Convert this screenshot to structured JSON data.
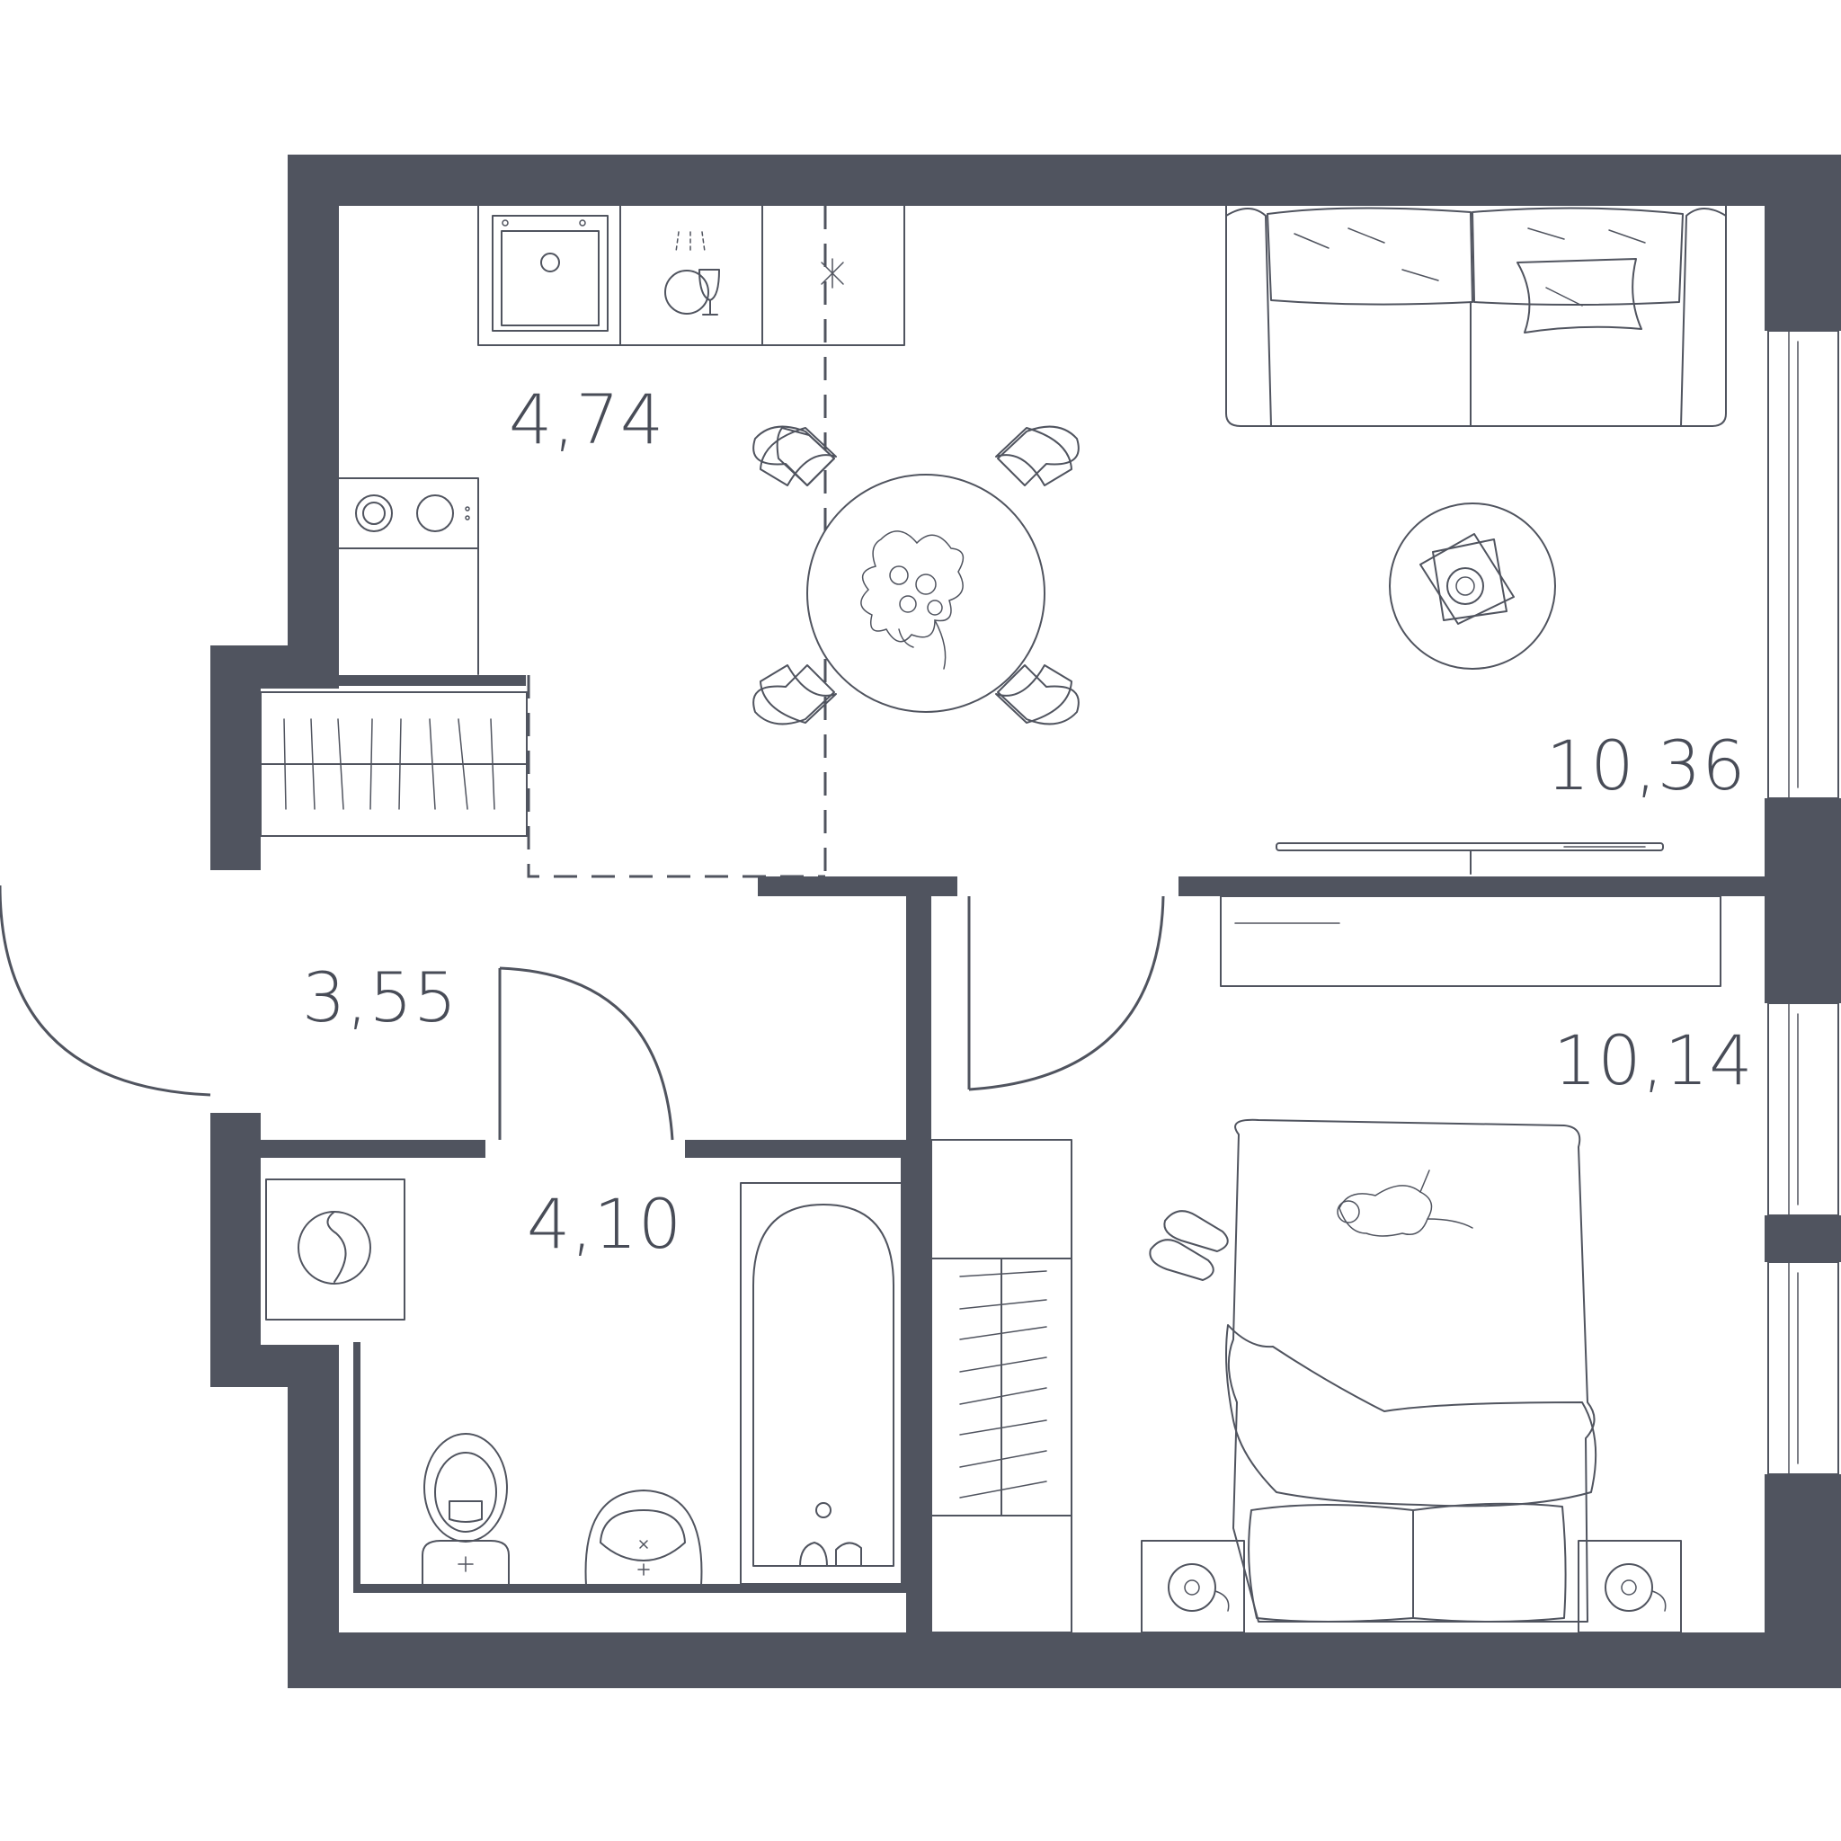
{
  "plan": {
    "colors": {
      "walls": "#50545f",
      "lines": "#50545f",
      "text": "#484c57",
      "background": "#ffffff"
    },
    "rooms": [
      {
        "id": "kitchen",
        "area": "4,74"
      },
      {
        "id": "living-room",
        "area": "10,36"
      },
      {
        "id": "hallway",
        "area": "3,55"
      },
      {
        "id": "bathroom",
        "area": "4,10"
      },
      {
        "id": "bedroom",
        "area": "10,14"
      }
    ],
    "icons": [
      "sink-icon",
      "dishwasher-icon",
      "hob-icon",
      "dining-table-icon",
      "chair-icon",
      "sofa-icon",
      "coffee-table-icon",
      "tv-icon",
      "washing-machine-icon",
      "toilet-icon",
      "washbasin-icon",
      "bathtub-icon",
      "wardrobe-icon",
      "bed-icon",
      "cat-icon",
      "slippers-icon",
      "nightstand-icon",
      "window-icon",
      "door-icon"
    ]
  }
}
